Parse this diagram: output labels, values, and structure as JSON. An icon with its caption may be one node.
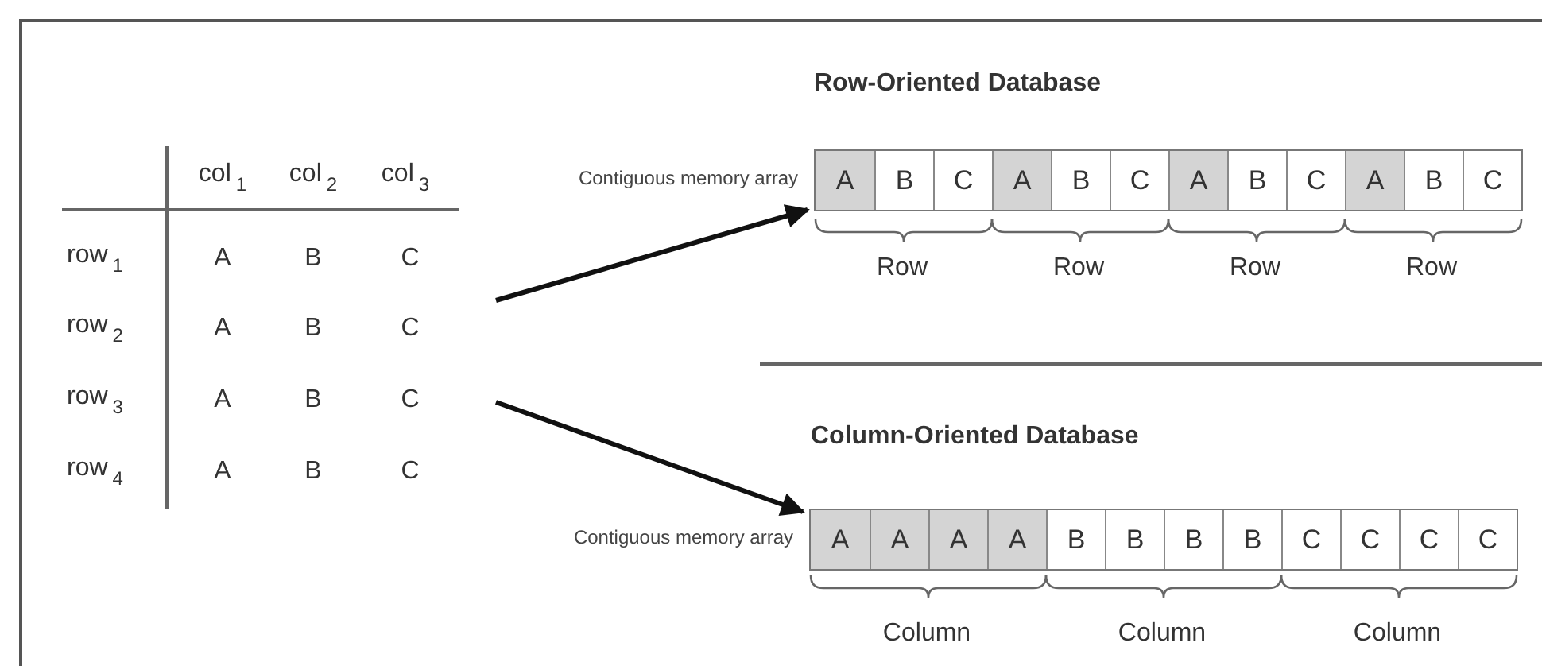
{
  "diagram": {
    "nodes": [
      {
        "text": [
          "col$_{1}$",
          "col$_{2}$",
          "col$_{3}$",
          "row$_{1}$",
          "A",
          "B",
          "C",
          "row$_{2}$",
          "A",
          "B",
          "C",
          "row$_{3}$",
          "A",
          "B",
          "C",
          "row$_{4}$",
          "A",
          "B",
          "C"
        ]
      },
      {
        "text": [
          "A",
          "B",
          "C",
          "A",
          "B",
          "C",
          "A",
          "B",
          "C",
          "A",
          "B",
          "C"
        ],
        "beside": [
          "Contiguous memory array"
        ]
      },
      {
        "text": [
          "A",
          "A",
          "A",
          "A",
          "B",
          "B",
          "B",
          "B",
          "C",
          "C",
          "C",
          "C"
        ],
        "beside": [
          "Contiguous memory array"
        ]
      }
    ],
    "edges": [
      {
        "from": 0,
        "to": 1,
        "arrow": "to"
      },
      {
        "from": 0,
        "to": 2,
        "arrow": "to"
      }
    ],
    "labels": [
      "Row-Oriented Database",
      "Row",
      "Row",
      "Row",
      "Row",
      "Column-Oriented Database",
      "Column",
      "Column",
      "Column"
    ]
  }
}
